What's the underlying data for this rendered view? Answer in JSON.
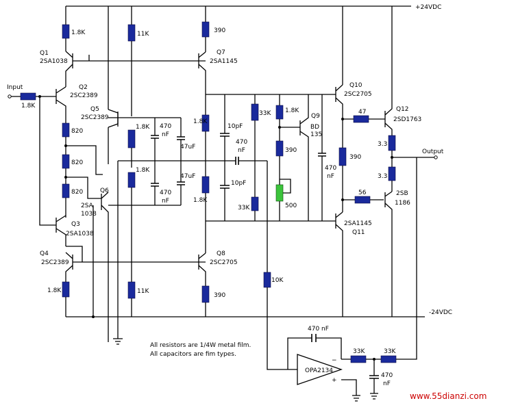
{
  "labels": {
    "rail_pos": "+24VDC",
    "rail_neg": "-24VDC",
    "input": "Input",
    "output": "Output"
  },
  "transistors": {
    "q1": {
      "name": "Q1",
      "part": "2SA1038"
    },
    "q2": {
      "name": "Q2",
      "part": "2SC2389"
    },
    "q3": {
      "name": "Q3",
      "part": "2SA1038"
    },
    "q4": {
      "name": "Q4",
      "part": "2SC2389"
    },
    "q5": {
      "name": "Q5",
      "part": "2SC2389"
    },
    "q6": {
      "name": "Q6",
      "part_line1": "2SA",
      "part_line2": "1038"
    },
    "q7": {
      "name": "Q7",
      "part": "2SA1145"
    },
    "q8": {
      "name": "Q8",
      "part": "2SC2705"
    },
    "q9": {
      "name": "Q9",
      "part_line1": "BD",
      "part_line2": "135"
    },
    "q10": {
      "name": "Q10",
      "part": "2SC2705"
    },
    "q11": {
      "name": "Q11",
      "part": "2SA1145"
    },
    "q12": {
      "name": "Q12",
      "part": "2SD1763"
    },
    "q13": {
      "part_line1": "2SB",
      "part_line2": "1186"
    }
  },
  "resistors": {
    "r_in": "1.8K",
    "r_q1e": "1.8K",
    "r_q7src": "11K",
    "r_q7e": "390",
    "r_820a": "820",
    "r_820b": "820",
    "r_820c": "820",
    "r_q4e": "1.8K",
    "r_q8src": "11K",
    "r_q8e": "390",
    "r_mid1": "1.8K",
    "r_mid2": "1.8K",
    "r_right1": "1.8K",
    "r_right2": "1.8K",
    "r_33k": "33K",
    "r_33k_low": "33K",
    "r_vbe1": "1.8K",
    "r_vbe2": "390",
    "pot": "500",
    "r_q10": "390",
    "r_10k": "10K",
    "r_47": "47",
    "r_56": "56",
    "r_e1": "3.3",
    "r_e2": "3.3",
    "r_fb1": "33K",
    "r_fb2": "33K"
  },
  "capacitors": {
    "c1": {
      "line1": "470",
      "line2": "nF"
    },
    "c2": {
      "line1": "470",
      "line2": "nF"
    },
    "c3": "47uF",
    "c4": "47uF",
    "c5": "10pF",
    "c6": "10pF",
    "c7": {
      "line1": "470",
      "line2": "nF"
    },
    "c8": {
      "line1": "470",
      "line2": "nF"
    },
    "c9": "470 nF",
    "c10": {
      "line1": "470",
      "line2": "nF"
    }
  },
  "opamp": "OPA2134",
  "opamp_minus": "−",
  "opamp_plus": "+",
  "notes": {
    "line1": "All resistors are 1/4W metal film.",
    "line2": "All capacitors are fim types."
  },
  "watermark": "www.55dianzi.com",
  "colors": {
    "resistor": "#1a2a9c",
    "potentiometer": "#3cc43c",
    "watermark": "#cc0000"
  }
}
